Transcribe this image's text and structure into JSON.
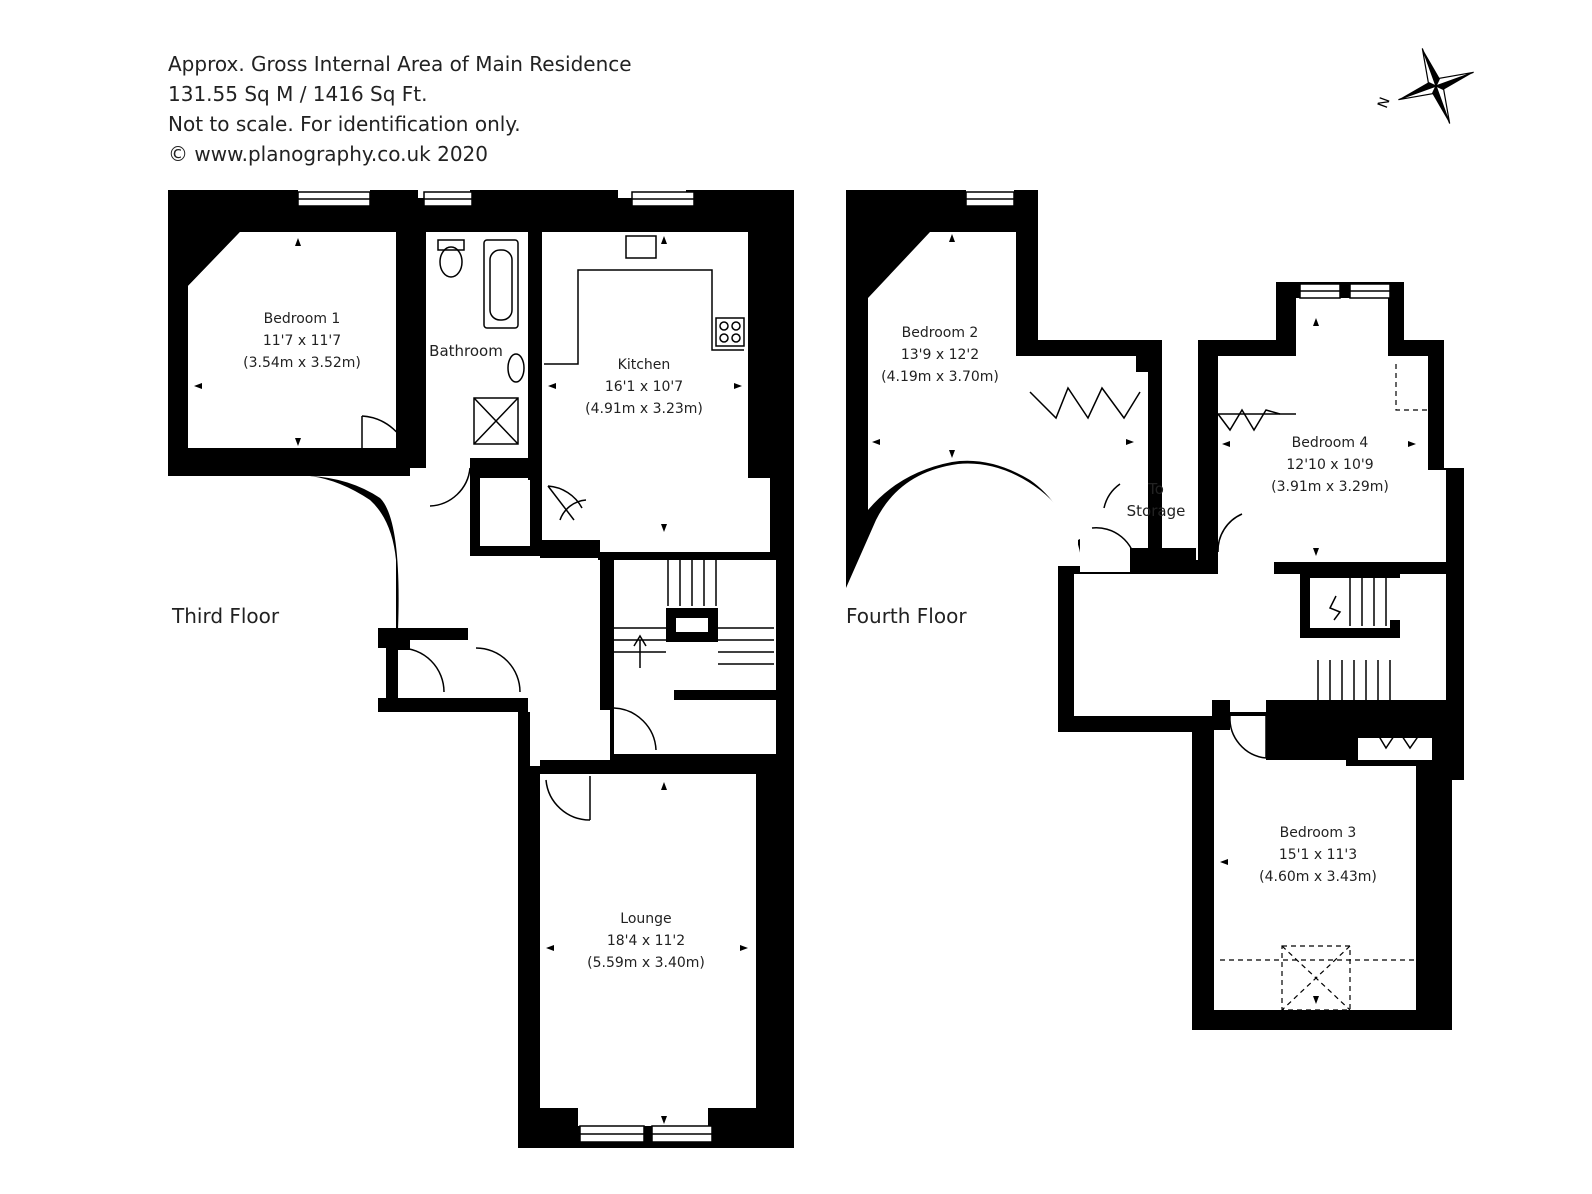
{
  "header": {
    "line1": "Approx. Gross Internal Area of Main Residence",
    "line2": "131.55 Sq M / 1416 Sq Ft.",
    "line3": "Not to scale. For identification only.",
    "line4": "© www.planography.co.uk 2020"
  },
  "compass": {
    "icon": "compass-rose-icon",
    "north_label": "N"
  },
  "floors": {
    "third": {
      "label": "Third Floor",
      "bedroom1": {
        "name": "Bedroom 1",
        "imperial": "11'7 x 11'7",
        "metric": "(3.54m x 3.52m)"
      },
      "bathroom": {
        "name": "Bathroom"
      },
      "kitchen": {
        "name": "Kitchen",
        "imperial": "16'1 x 10'7",
        "metric": "(4.91m x 3.23m)"
      },
      "lounge": {
        "name": "Lounge",
        "imperial": "18'4 x 11'2",
        "metric": "(5.59m x 3.40m)"
      }
    },
    "fourth": {
      "label": "Fourth Floor",
      "bedroom2": {
        "name": "Bedroom 2",
        "imperial": "13'9 x 12'2",
        "metric": "(4.19m x 3.70m)"
      },
      "storage": {
        "line1": "To",
        "line2": "Storage"
      },
      "bedroom4": {
        "name": "Bedroom 4",
        "imperial": "12'10 x 10'9",
        "metric": "(3.91m x 3.29m)"
      },
      "bedroom3": {
        "name": "Bedroom 3",
        "imperial": "15'1 x 11'3",
        "metric": "(4.60m x 3.43m)"
      }
    }
  },
  "colors": {
    "walls": "#000000",
    "background": "#ffffff",
    "text": "#222222"
  }
}
